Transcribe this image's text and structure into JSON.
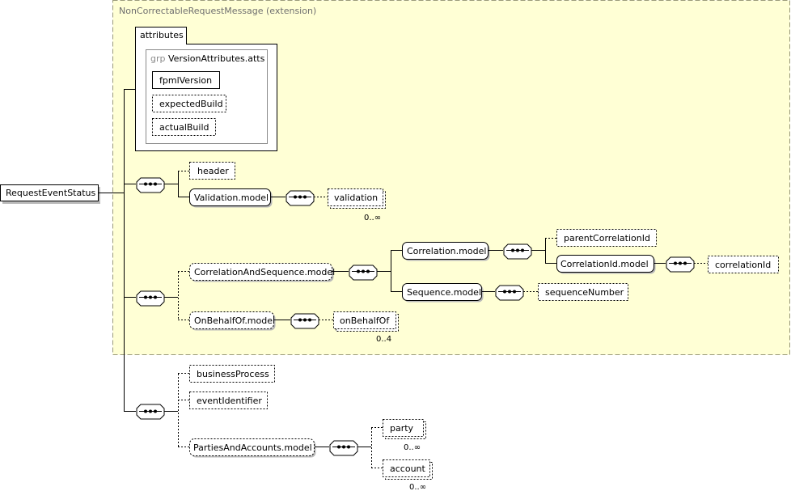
{
  "diagram": {
    "extension_label": "NonCorrectableRequestMessage (extension)",
    "root": "RequestEventStatus",
    "attributes": {
      "tab_label": "attributes",
      "group_prefix": "grp",
      "group_name": "VersionAttributes.atts",
      "items": [
        "fpmlVersion",
        "expectedBuild",
        "actualBuild"
      ]
    },
    "nodes": {
      "header": "header",
      "validation_model": "Validation.model",
      "validation": "validation",
      "correlation_and_sequence_model": "CorrelationAndSequence.model",
      "correlation_model": "Correlation.model",
      "parent_correlation_id": "parentCorrelationId",
      "correlation_id_model": "CorrelationId.model",
      "correlation_id": "correlationId",
      "sequence_model": "Sequence.model",
      "sequence_number": "sequenceNumber",
      "on_behalf_of_model": "OnBehalfOf.model",
      "on_behalf_of": "onBehalfOf",
      "business_process": "businessProcess",
      "event_identifier": "eventIdentifier",
      "parties_and_accounts_model": "PartiesAndAccounts.model",
      "party": "party",
      "account": "account"
    },
    "cardinalities": {
      "validation": "0..∞",
      "on_behalf_of": "0..4",
      "party": "0..∞",
      "account": "0..∞"
    }
  }
}
